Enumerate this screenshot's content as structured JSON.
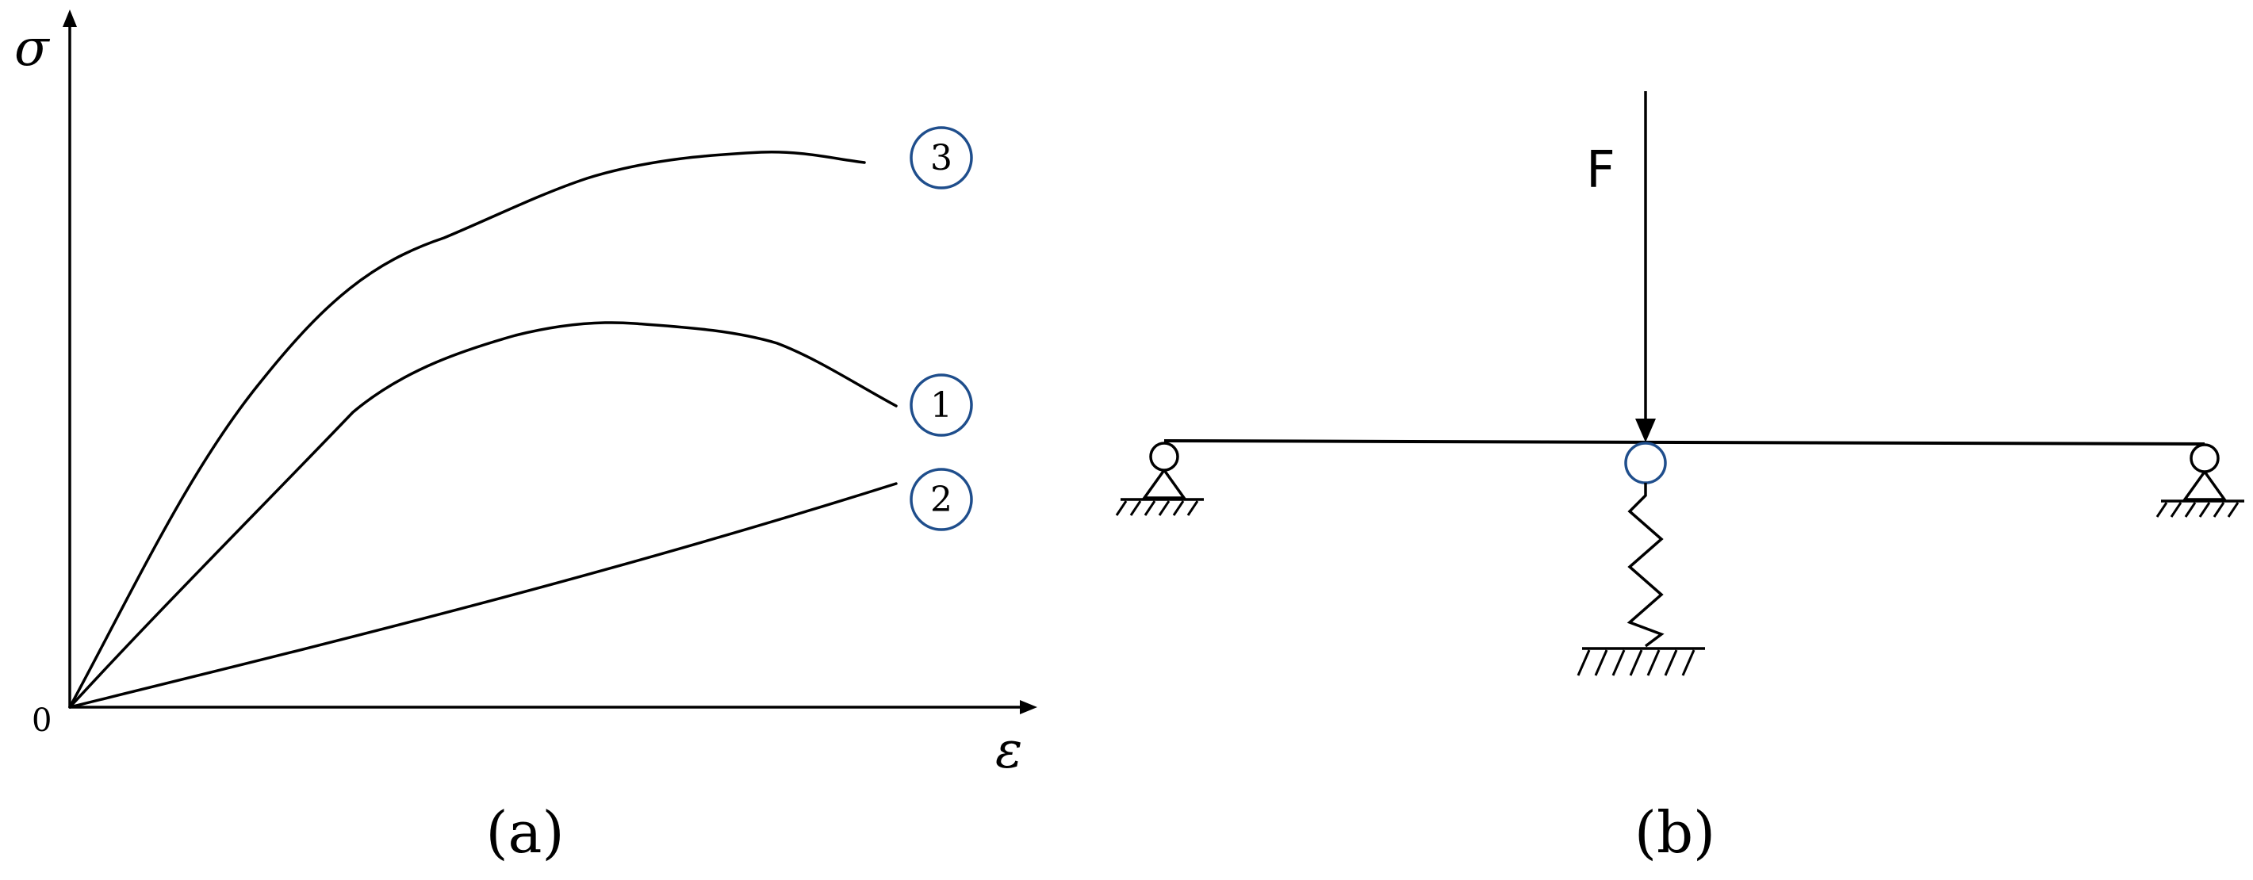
{
  "panel_a": {
    "caption": "(a)",
    "y_axis_symbol": "σ",
    "x_axis_symbol": "ε",
    "origin_label": "0",
    "curves": [
      {
        "label": "3"
      },
      {
        "label": "1"
      },
      {
        "label": "2"
      }
    ],
    "circle_color": "#1f4e8c"
  },
  "panel_b": {
    "caption": "(b)",
    "force_label": "F",
    "middle_node_color": "#1f4e8c"
  }
}
